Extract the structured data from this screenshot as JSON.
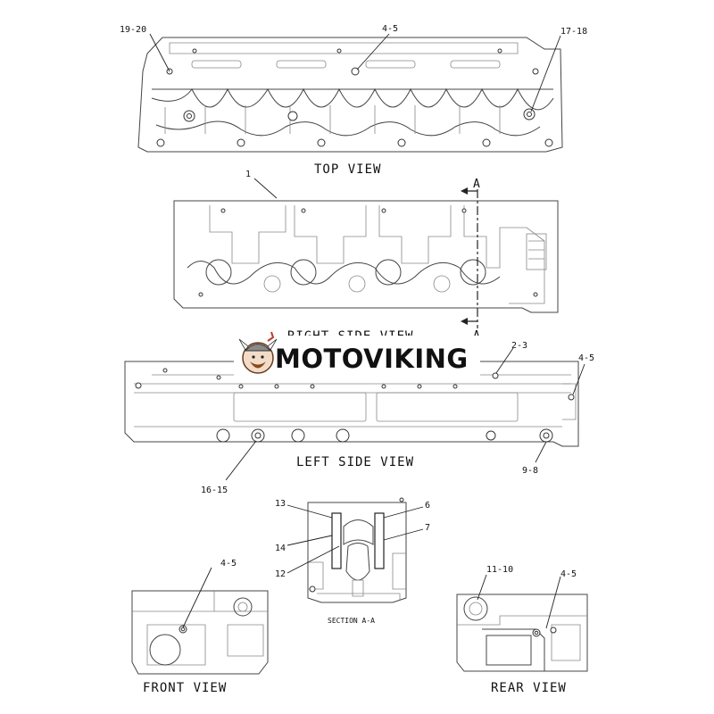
{
  "colors": {
    "line": "#444444",
    "text": "#111111",
    "background": "#ffffff",
    "logo_accent": "#c0392b"
  },
  "views": {
    "top": "TOP VIEW",
    "right_side": "RIGHT SIDE VIEW",
    "left_side": "LEFT SIDE VIEW",
    "front": "FRONT VIEW",
    "rear": "REAR VIEW",
    "section": "SECTION A-A"
  },
  "section_marker": {
    "top": "A",
    "bottom": "A"
  },
  "callouts": {
    "top_19_20": "19-20",
    "top_4_5": "4-5",
    "top_17_18": "17-18",
    "right_1": "1",
    "left_2_3": "2-3",
    "left_4_5": "4-5",
    "left_9_8": "9-8",
    "left_16_15": "16-15",
    "sec_13": "13",
    "sec_6": "6",
    "sec_14": "14",
    "sec_7": "7",
    "sec_12": "12",
    "front_4_5": "4-5",
    "rear_11_10": "11-10",
    "rear_4_5": "4-5"
  },
  "watermark": {
    "text": "MOTOVIKING",
    "logo_icon": "viking-mascot-icon"
  }
}
